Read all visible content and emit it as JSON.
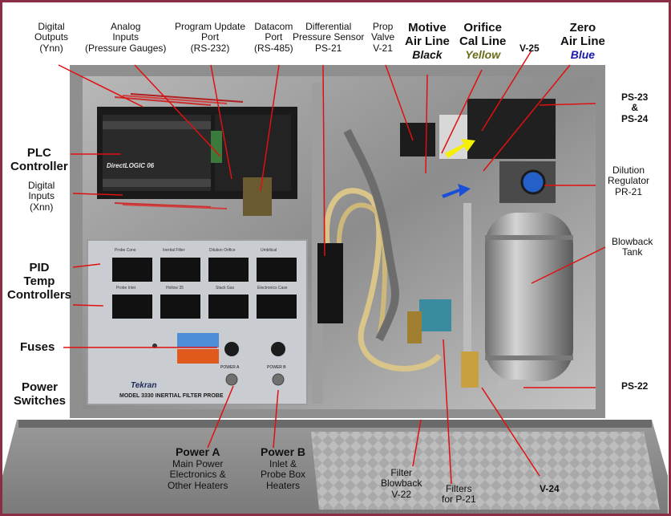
{
  "labels": {
    "digital_outputs": [
      "Digital",
      "Outputs",
      "(Ynn)"
    ],
    "analog_inputs": [
      "Analog",
      "Inputs",
      "(Pressure Gauges)"
    ],
    "program_update_port": [
      "Program Update",
      "Port",
      "(RS-232)"
    ],
    "datacom_port": [
      "Datacom",
      "Port",
      "(RS-485)"
    ],
    "differential_pressure_sensor": [
      "Differential",
      "Pressure Sensor",
      "PS-21"
    ],
    "prop_valve": [
      "Prop",
      "Valve",
      "V-21"
    ],
    "motive_air_line": [
      "Motive",
      "Air Line",
      "Black"
    ],
    "orifice_cal_line": [
      "Orifice",
      "Cal Line",
      "Yellow"
    ],
    "v25": "V-25",
    "zero_air_line": [
      "Zero",
      "Air Line",
      "Blue"
    ],
    "ps23_24": [
      "PS-23",
      "&",
      "PS-24"
    ],
    "plc_controller": [
      "PLC",
      "Controller"
    ],
    "digital_inputs": [
      "Digital",
      "Inputs",
      "(Xnn)"
    ],
    "dilution_regulator": [
      "Dilution",
      "Regulator",
      "PR-21"
    ],
    "blowback_tank": [
      "Blowback",
      "Tank"
    ],
    "pid_temp_controllers": [
      "PID",
      "Temp",
      "Controllers"
    ],
    "fuses": "Fuses",
    "power_switches": [
      "Power",
      "Switches"
    ],
    "ps22": "PS-22",
    "power_a": [
      "Power A",
      "Main Power",
      "Electronics &",
      "Other Heaters"
    ],
    "power_b": [
      "Power B",
      "Inlet &",
      "Probe Box",
      "Heaters"
    ],
    "filter_blowback": [
      "Filter",
      "Blowback",
      "V-22"
    ],
    "filters_p21": [
      "Filters",
      "for P-21"
    ],
    "v24": "V-24"
  },
  "panel_text": {
    "brand": "Tekran",
    "model": "MODEL 3330 INERTIAL FILTER PROBE",
    "power_a_switch": "POWER A",
    "power_b_switch": "POWER B",
    "plc_brand": "DirectLOGIC 06",
    "controller_row1": [
      "Probe Cone",
      "Inertial Filter",
      "Dilution Orifice",
      "Umbilical"
    ],
    "controller_row2": [
      "Probe Inlet",
      "Hollow 35",
      "Stack Gas",
      "Electronics Case"
    ]
  },
  "colors": {
    "frame_border": "#8a2e45",
    "yellow_line": "#6b6b1a",
    "blue_line": "#1a1ab0",
    "arrow_yellow": "#f5f000",
    "arrow_blue": "#1a4fd8"
  }
}
